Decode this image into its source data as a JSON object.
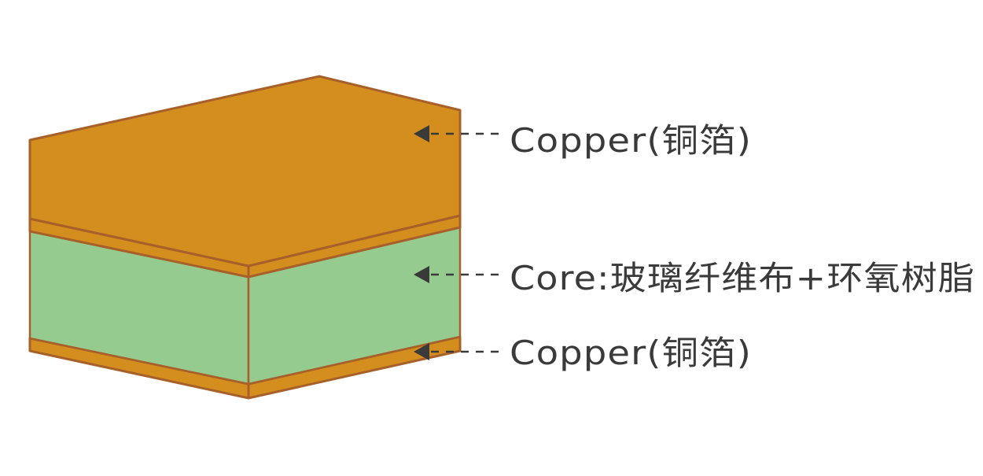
{
  "diagram": {
    "labels": {
      "top_copper": "Copper(铜箔)",
      "core": "Core:玻璃纤维布+环氧树脂",
      "bottom_copper": "Copper(铜箔)"
    },
    "colors": {
      "copper_fill": "#d48e1d",
      "copper_edge": "#a8602a",
      "core_fill": "#95cb8e",
      "arrow": "#3a3a3a",
      "text": "#3a3a3a"
    }
  }
}
